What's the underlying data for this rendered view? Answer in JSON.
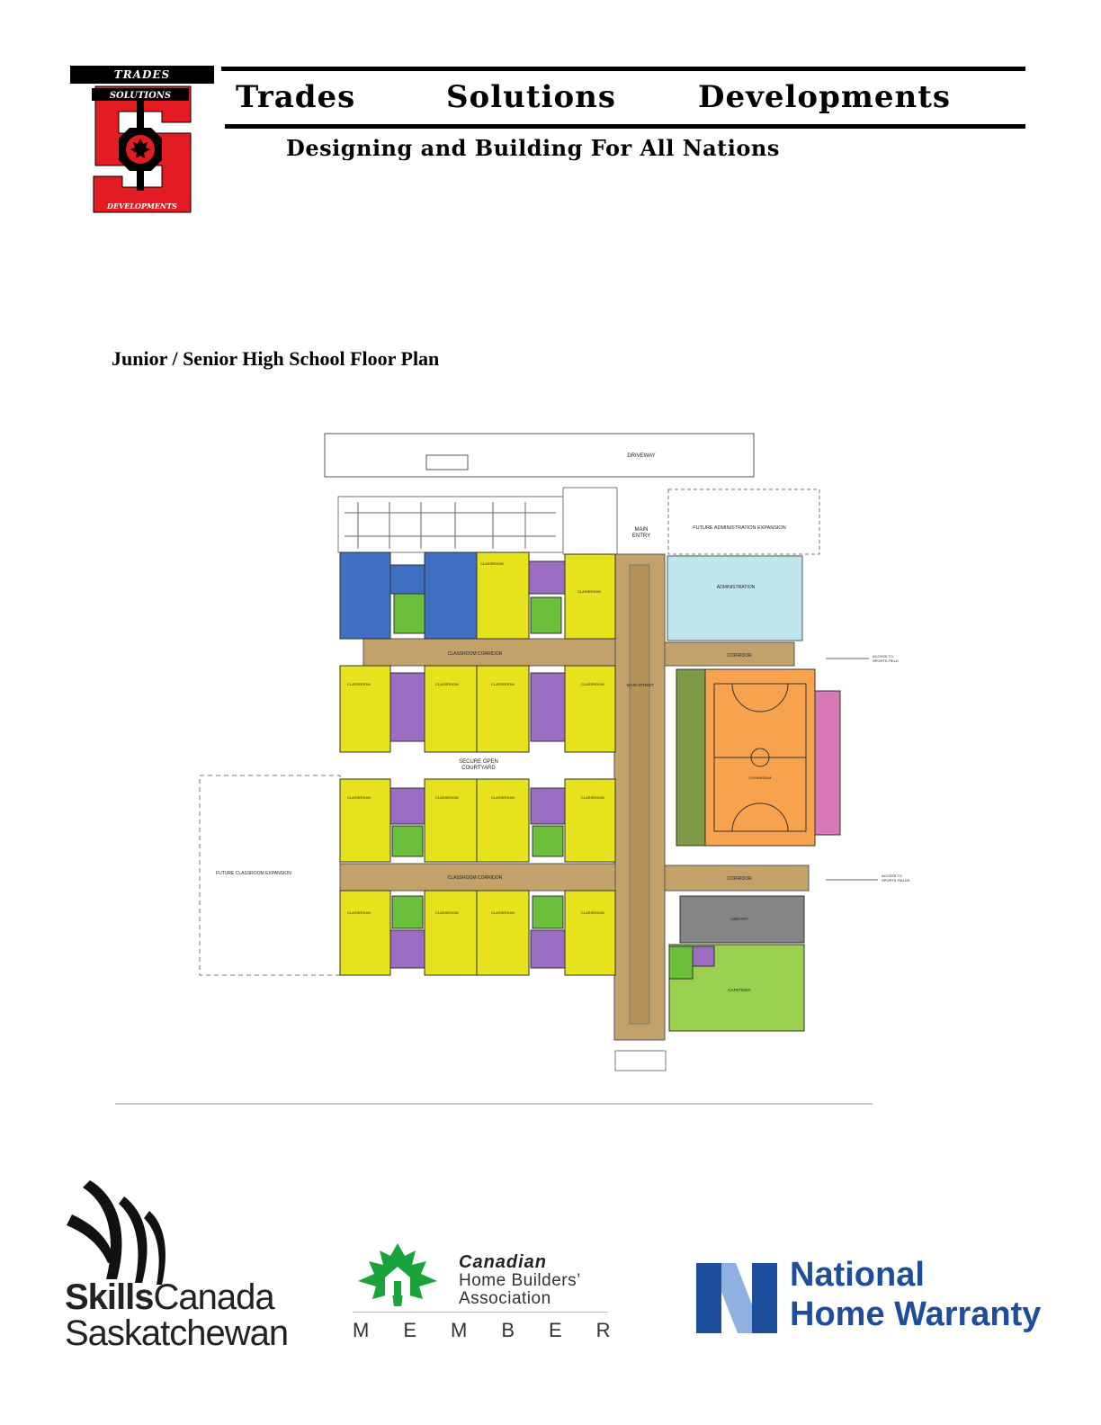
{
  "logo": {
    "top_text": "TRADES",
    "mid_text": "SOLUTIONS",
    "bottom_text": "DEVELOPMENTS"
  },
  "header": {
    "word1": "Trades",
    "word2": "Solutions",
    "word3": "Developments",
    "tagline": "Designing and Building For All Nations"
  },
  "doc_title": "Junior / Senior High School Floor Plan",
  "plan": {
    "driveway": "DRIVEWAY",
    "main_entry_1": "MAIN",
    "main_entry_2": "ENTRY",
    "future_admin": "FUTURE ADMINISTRATION EXPANSION",
    "administration": "ADMINISTRATION",
    "corridor": "CORRIDOR",
    "classroom_corridor": "CLASSROOM CORRIDOR",
    "main_street": "MAIN STREET",
    "courtyard_1": "SECURE OPEN",
    "courtyard_2": "COURTYARD",
    "future_classroom": "FUTURE CLASSROOM EXPANSION",
    "classroom": "CLASSROOM",
    "library": "LIBRARY",
    "cafeteria": "CAFETERIA",
    "gym": "GYMNASIUM",
    "access_1a": "ACCESS TO",
    "access_1b": "SPORTS FIELD",
    "access_2a": "ACCESS TO",
    "access_2b": "SPORTS FIELDS"
  },
  "footer": {
    "skills_bold": "Skills",
    "skills_rest": "Canada",
    "skills_line2": "Saskatchewan",
    "chba_line1": "Canadian",
    "chba_line2": "Home Builders’",
    "chba_line3": "Association",
    "chba_member": "MEMBER",
    "nhw_line1": "National",
    "nhw_line2": "Home Warranty"
  },
  "colors": {
    "classroom": "#e6e21c",
    "blue_room": "#3f6fc0",
    "purple_room": "#9a6cc2",
    "green_room": "#6cbf3a",
    "corridor": "#c2a26a",
    "admin": "#bfe6ec",
    "gym": "#f7a24d",
    "pink_room": "#d77ab6",
    "library": "#858585",
    "cafeteria": "#99d04e",
    "brand_red": "#e31b23",
    "nhw_blue": "#1e4d9b",
    "chba_green": "#1aa339"
  }
}
